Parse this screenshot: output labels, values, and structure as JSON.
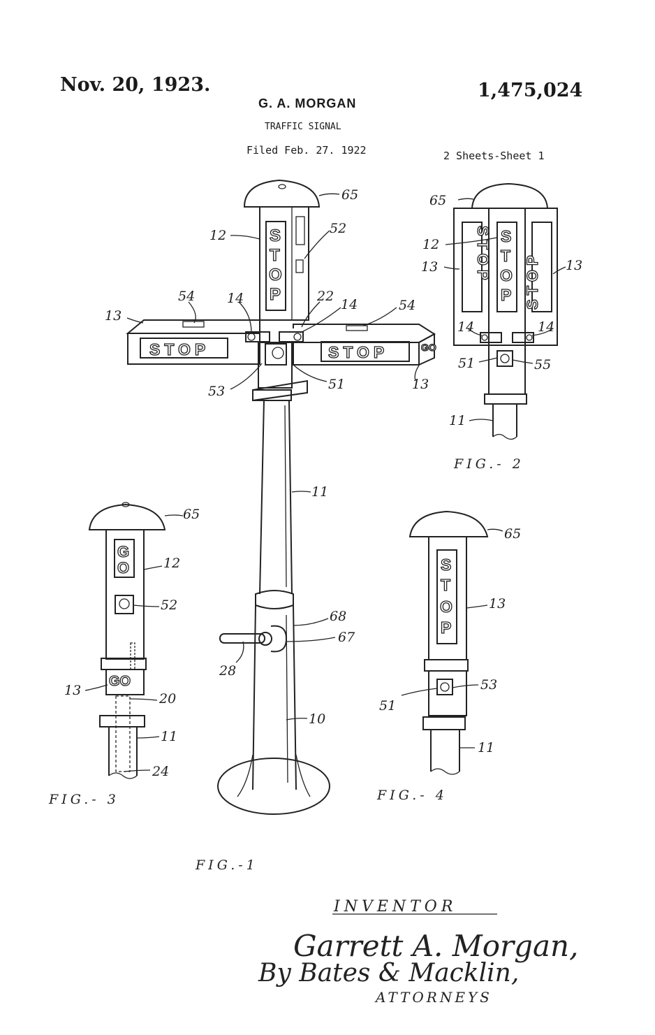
{
  "header": {
    "date": "Nov. 20, 1923.",
    "patent_number": "1,475,024",
    "inventor": "G. A. MORGAN",
    "title": "TRAFFIC SIGNAL",
    "filed": "Filed Feb. 27. 1922",
    "sheets": "2 Sheets-Sheet 1"
  },
  "panel_text": {
    "stop": "STOP",
    "go": "GO",
    "s": "S",
    "t": "T",
    "o": "O",
    "p": "P",
    "g": "G"
  },
  "figures": {
    "fig1": {
      "caption": "FIG.-1",
      "refs": [
        "65",
        "12",
        "52",
        "54",
        "14",
        "22",
        "14",
        "54",
        "13",
        "53",
        "51",
        "13",
        "11",
        "68",
        "67",
        "28",
        "10"
      ]
    },
    "fig2": {
      "caption": "FIG.- 2",
      "refs": [
        "65",
        "12",
        "13",
        "13",
        "14",
        "14",
        "51",
        "55",
        "11"
      ]
    },
    "fig3": {
      "caption": "FIG.- 3",
      "refs": [
        "65",
        "12",
        "52",
        "13",
        "20",
        "11",
        "24"
      ]
    },
    "fig4": {
      "caption": "FIG.- 4",
      "refs": [
        "65",
        "13",
        "53",
        "51",
        "11"
      ]
    }
  },
  "signature": {
    "inventor_label": "INVENTOR",
    "name": "Garrett A. Morgan,",
    "by_line": "By Bates & Macklin,",
    "attorneys": "ATTORNEYS"
  }
}
